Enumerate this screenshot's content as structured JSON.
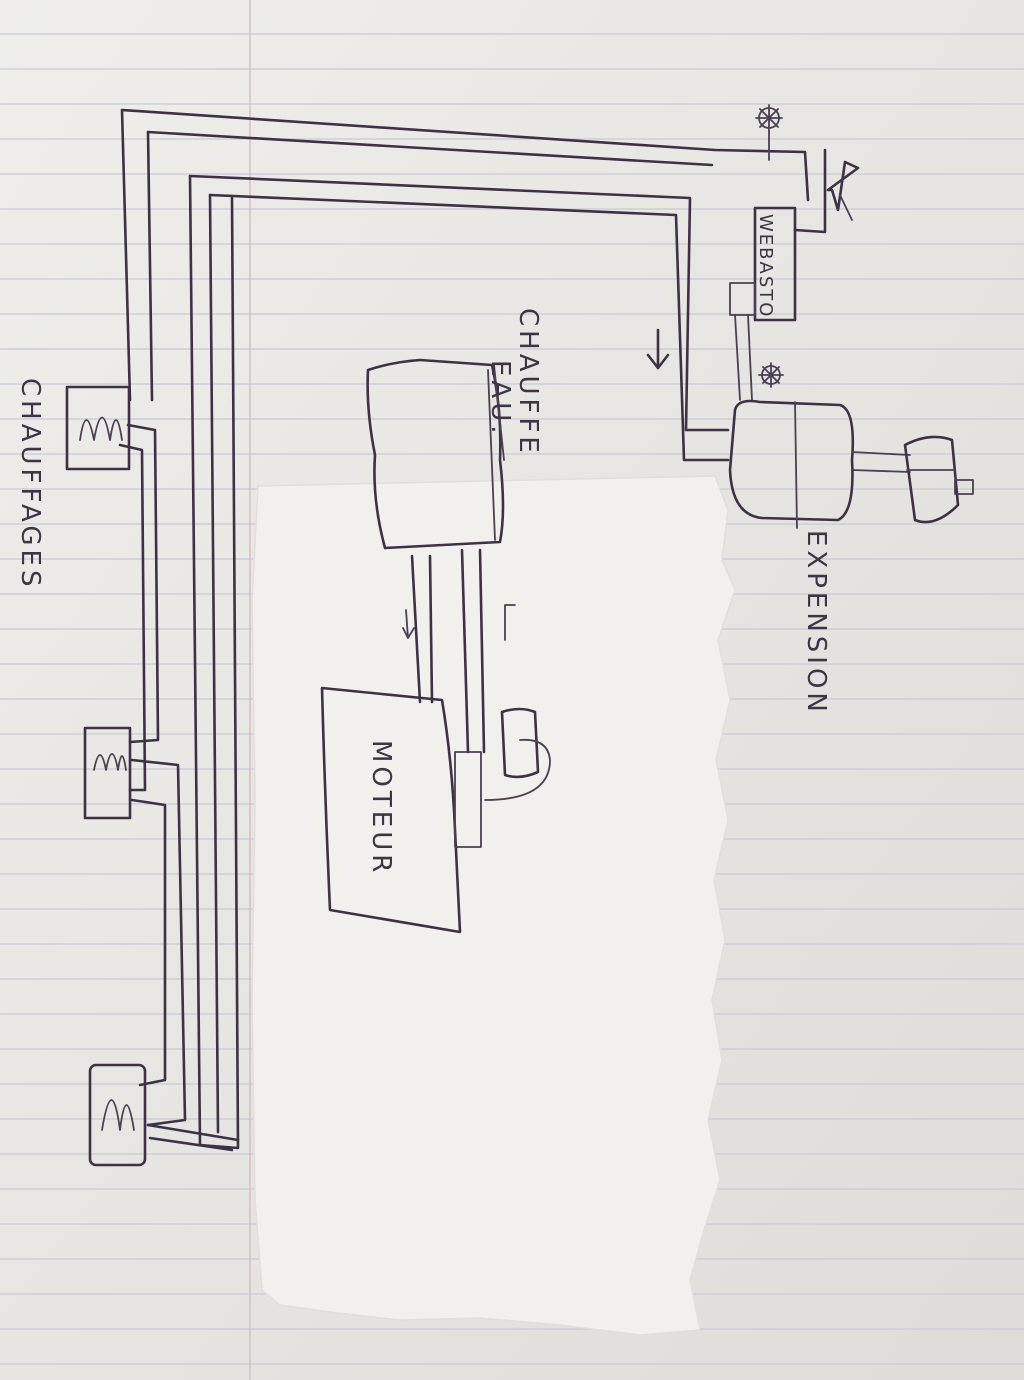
{
  "diagram": {
    "labels": {
      "chauffages": "CHAUFFAGES",
      "chauffe_eau_line1": "CHAUFFE",
      "chauffe_eau_line2": "EAU.",
      "moteur": "MOTEUR",
      "expansion": "EXPENSION",
      "webasto": "WEBASTO"
    }
  },
  "colors": {
    "ink": "#3c3146",
    "paper_lined": "#ecebe7",
    "rule_line": "#c9cbd3",
    "margin_line": "#d9b8c4",
    "torn_paper": "#f1efec"
  }
}
